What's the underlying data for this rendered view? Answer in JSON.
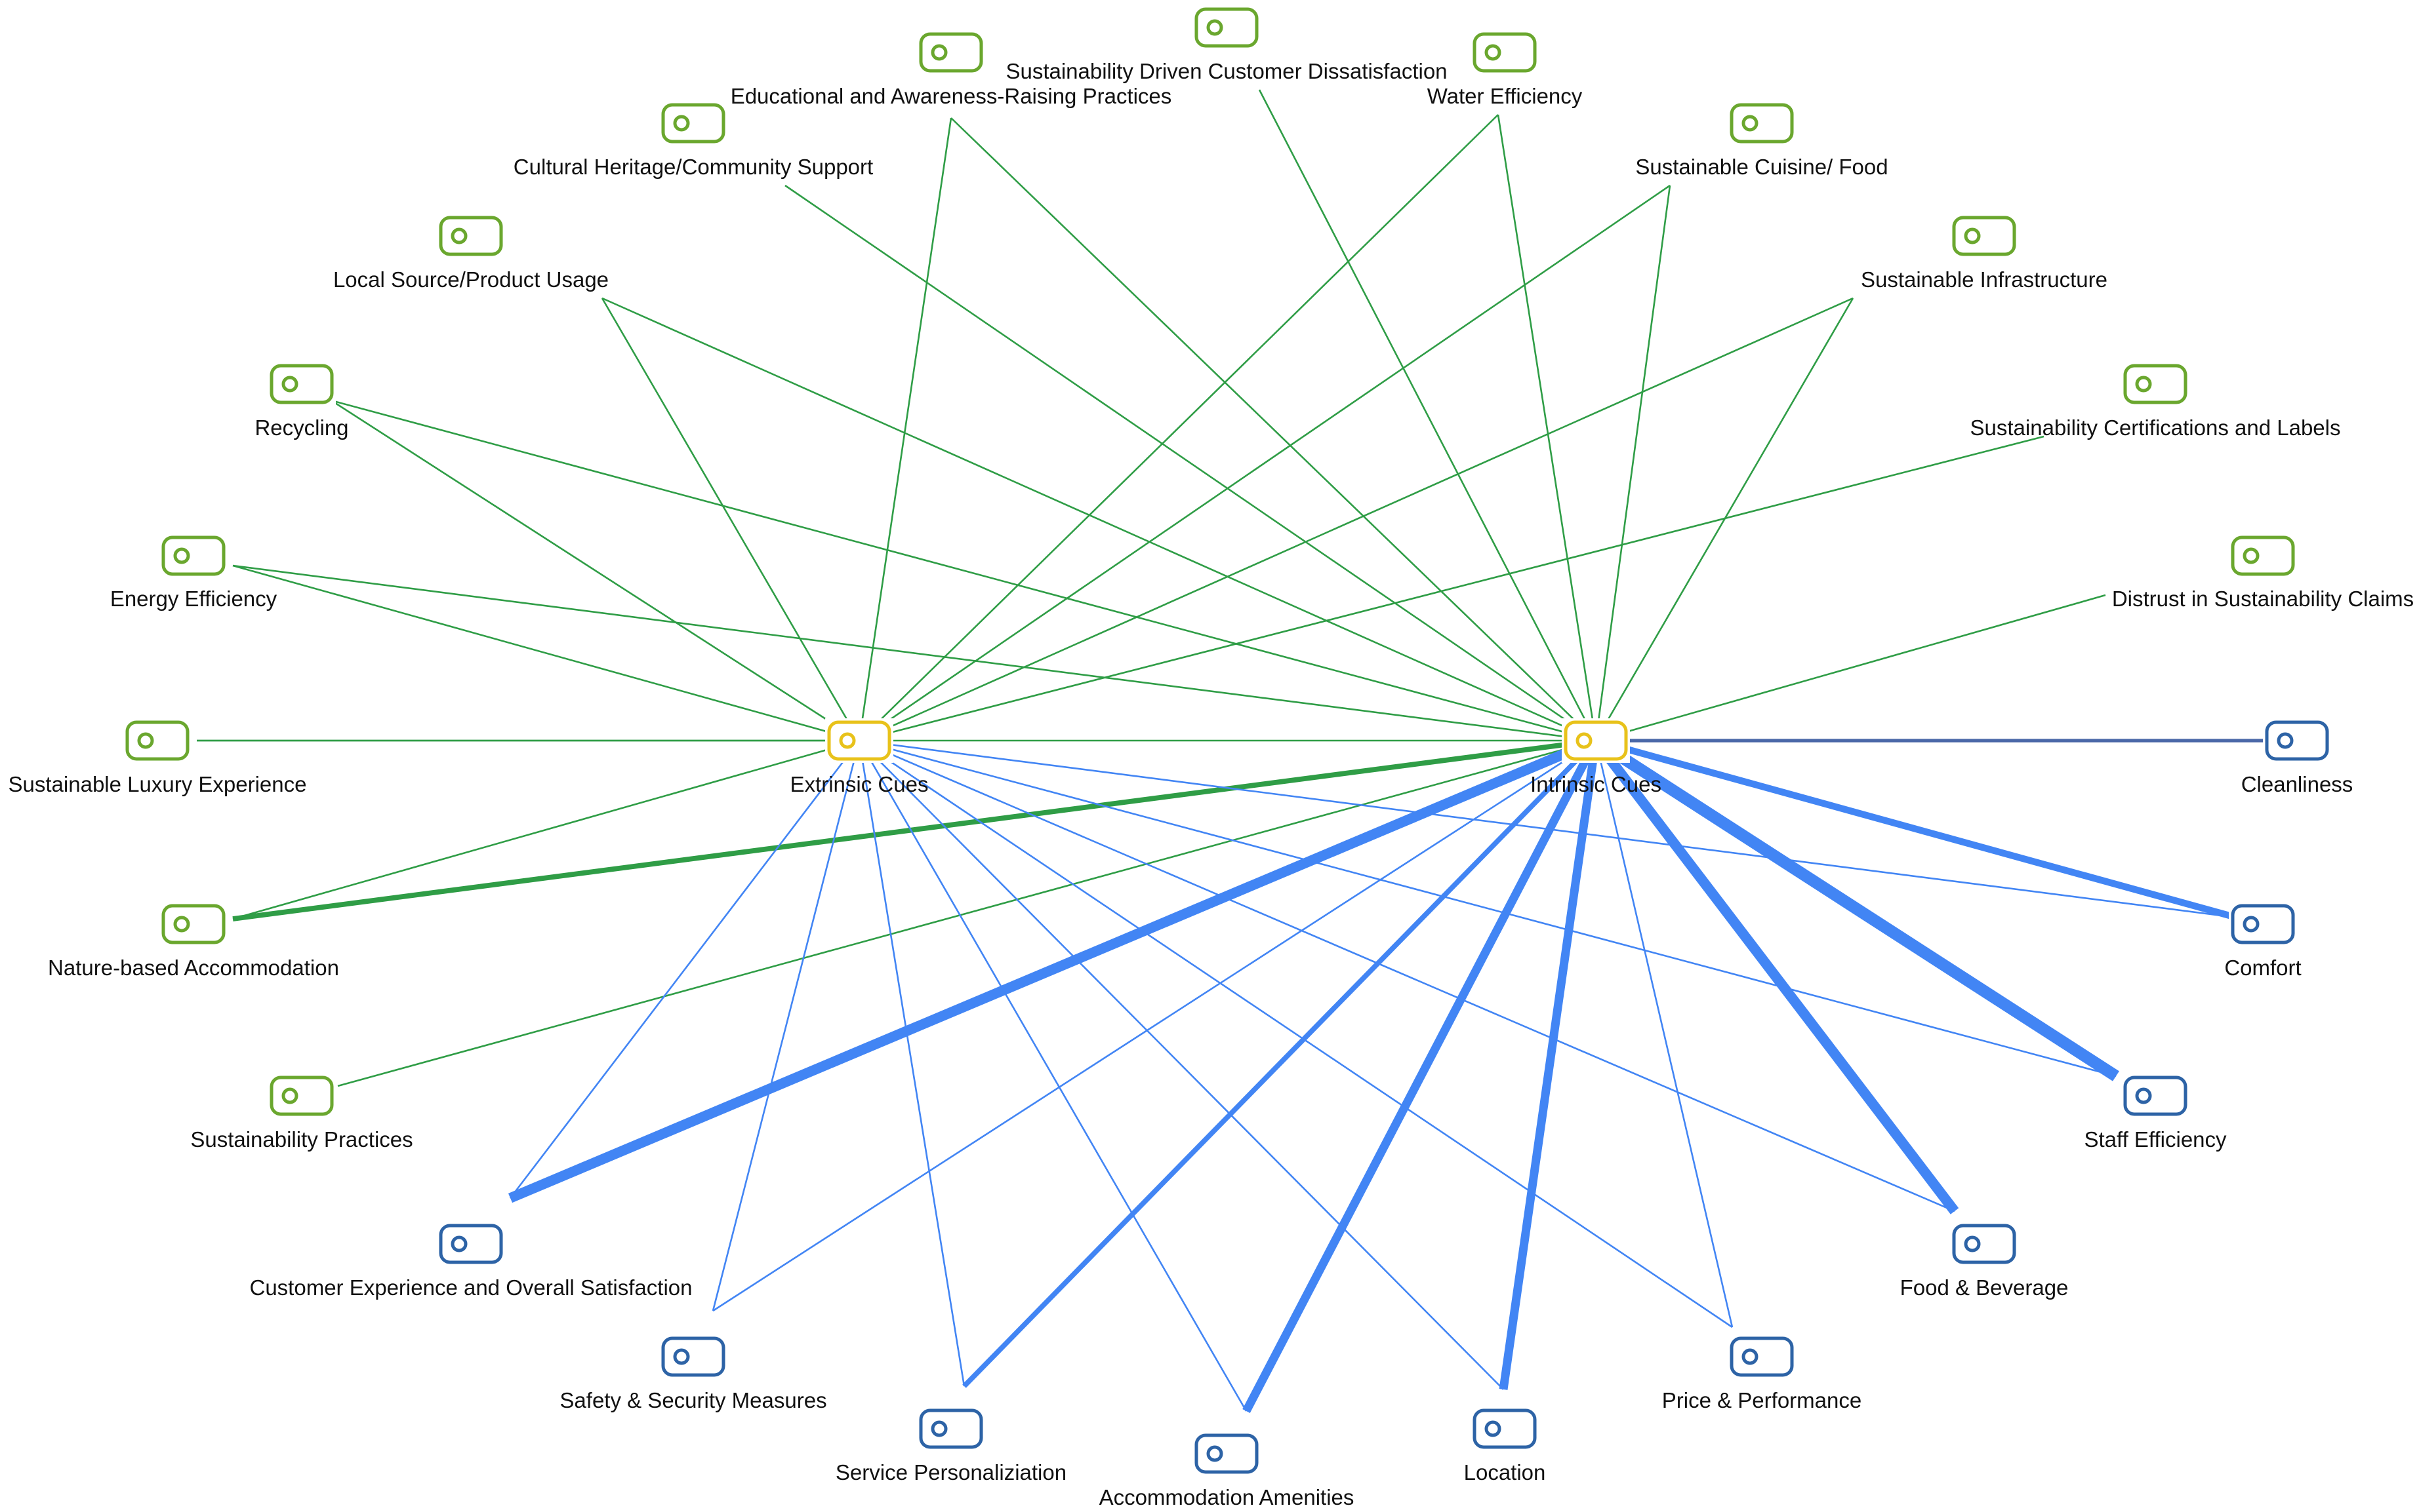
{
  "colors": {
    "theme_green": "#6aa72e",
    "cue_yellow": "#e8c21a",
    "category_blue": "#2d63a6",
    "link_green": "#2f9d46",
    "link_blue": "#4285f4",
    "link_steel": "#4a68a8"
  },
  "node_icon": "toggle-tag-icon",
  "cues": [
    {
      "id": "extrinsic",
      "label": "Extrinsic Cues"
    },
    {
      "id": "intrinsic",
      "label": "Intrinsic Cues"
    }
  ],
  "sustainability_codes": [
    {
      "id": "luxury",
      "label": "Sustainable Luxury Experience"
    },
    {
      "id": "energy",
      "label": "Energy Efficiency"
    },
    {
      "id": "recycling",
      "label": "Recycling"
    },
    {
      "id": "local",
      "label": "Local Source/Product Usage"
    },
    {
      "id": "heritage",
      "label": "Cultural Heritage/Community Support"
    },
    {
      "id": "education",
      "label": "Educational  and Awareness-Raising Practices"
    },
    {
      "id": "dissatisfaction",
      "label": "Sustainability Driven Customer Dissatisfaction"
    },
    {
      "id": "water",
      "label": "Water Efficiency"
    },
    {
      "id": "cuisine",
      "label": "Sustainable Cuisine/ Food"
    },
    {
      "id": "infrastructure",
      "label": "Sustainable Infrastructure"
    },
    {
      "id": "certifications",
      "label": "Sustainability Certifications and Labels"
    },
    {
      "id": "distrust",
      "label": "Distrust in Sustainability Claims"
    },
    {
      "id": "nature",
      "label": "Nature-based Accommodation"
    },
    {
      "id": "practices",
      "label": "Sustainability Practices"
    }
  ],
  "service_codes": [
    {
      "id": "cleanliness",
      "label": "Cleanliness"
    },
    {
      "id": "comfort",
      "label": "Comfort"
    },
    {
      "id": "staff",
      "label": "Staff Efficiency"
    },
    {
      "id": "food",
      "label": "Food & Beverage"
    },
    {
      "id": "price",
      "label": "Price & Performance"
    },
    {
      "id": "location",
      "label": "Location"
    },
    {
      "id": "amenities",
      "label": "Accommodation Amenities"
    },
    {
      "id": "personalization",
      "label": "Service Personaliziation"
    },
    {
      "id": "safety",
      "label": "Safety & Security Measures"
    },
    {
      "id": "experience",
      "label": "Customer Experience and Overall Satisfaction"
    }
  ],
  "links": [
    {
      "from": "extrinsic",
      "to": "luxury",
      "color": "link_green",
      "weight": 1
    },
    {
      "from": "extrinsic",
      "to": "energy",
      "color": "link_green",
      "weight": 1
    },
    {
      "from": "extrinsic",
      "to": "recycling",
      "color": "link_green",
      "weight": 1
    },
    {
      "from": "extrinsic",
      "to": "local",
      "color": "link_green",
      "weight": 1
    },
    {
      "from": "extrinsic",
      "to": "education",
      "color": "link_green",
      "weight": 1
    },
    {
      "from": "extrinsic",
      "to": "water",
      "color": "link_green",
      "weight": 1
    },
    {
      "from": "extrinsic",
      "to": "cuisine",
      "color": "link_green",
      "weight": 1
    },
    {
      "from": "extrinsic",
      "to": "infrastructure",
      "color": "link_green",
      "weight": 1
    },
    {
      "from": "extrinsic",
      "to": "certifications",
      "color": "link_green",
      "weight": 1
    },
    {
      "from": "extrinsic",
      "to": "nature",
      "color": "link_green",
      "weight": 1
    },
    {
      "from": "intrinsic",
      "to": "luxury",
      "color": "link_green",
      "weight": 1
    },
    {
      "from": "intrinsic",
      "to": "energy",
      "color": "link_green",
      "weight": 1
    },
    {
      "from": "intrinsic",
      "to": "recycling",
      "color": "link_green",
      "weight": 1
    },
    {
      "from": "intrinsic",
      "to": "local",
      "color": "link_green",
      "weight": 1
    },
    {
      "from": "intrinsic",
      "to": "heritage",
      "color": "link_green",
      "weight": 1
    },
    {
      "from": "intrinsic",
      "to": "education",
      "color": "link_green",
      "weight": 1
    },
    {
      "from": "intrinsic",
      "to": "dissatisfaction",
      "color": "link_green",
      "weight": 1
    },
    {
      "from": "intrinsic",
      "to": "water",
      "color": "link_green",
      "weight": 1
    },
    {
      "from": "intrinsic",
      "to": "cuisine",
      "color": "link_green",
      "weight": 1
    },
    {
      "from": "intrinsic",
      "to": "infrastructure",
      "color": "link_green",
      "weight": 1
    },
    {
      "from": "intrinsic",
      "to": "distrust",
      "color": "link_green",
      "weight": 1
    },
    {
      "from": "intrinsic",
      "to": "nature",
      "color": "link_green",
      "weight": 3
    },
    {
      "from": "intrinsic",
      "to": "practices",
      "color": "link_green",
      "weight": 1
    },
    {
      "from": "extrinsic",
      "to": "comfort",
      "color": "link_blue",
      "weight": 1
    },
    {
      "from": "extrinsic",
      "to": "staff",
      "color": "link_blue",
      "weight": 1
    },
    {
      "from": "extrinsic",
      "to": "food",
      "color": "link_blue",
      "weight": 1
    },
    {
      "from": "extrinsic",
      "to": "price",
      "color": "link_blue",
      "weight": 1
    },
    {
      "from": "extrinsic",
      "to": "location",
      "color": "link_blue",
      "weight": 1
    },
    {
      "from": "extrinsic",
      "to": "amenities",
      "color": "link_blue",
      "weight": 1
    },
    {
      "from": "extrinsic",
      "to": "personalization",
      "color": "link_blue",
      "weight": 1
    },
    {
      "from": "extrinsic",
      "to": "safety",
      "color": "link_blue",
      "weight": 1
    },
    {
      "from": "extrinsic",
      "to": "experience",
      "color": "link_blue",
      "weight": 1
    },
    {
      "from": "intrinsic",
      "to": "cleanliness",
      "color": "link_steel",
      "weight": 2
    },
    {
      "from": "intrinsic",
      "to": "comfort",
      "color": "link_blue",
      "weight": 4
    },
    {
      "from": "intrinsic",
      "to": "staff",
      "color": "link_blue",
      "weight": 7
    },
    {
      "from": "intrinsic",
      "to": "food",
      "color": "link_blue",
      "weight": 6
    },
    {
      "from": "intrinsic",
      "to": "price",
      "color": "link_blue",
      "weight": 1
    },
    {
      "from": "intrinsic",
      "to": "location",
      "color": "link_blue",
      "weight": 5
    },
    {
      "from": "intrinsic",
      "to": "amenities",
      "color": "link_blue",
      "weight": 5
    },
    {
      "from": "intrinsic",
      "to": "personalization",
      "color": "link_blue",
      "weight": 3
    },
    {
      "from": "intrinsic",
      "to": "safety",
      "color": "link_blue",
      "weight": 1
    },
    {
      "from": "intrinsic",
      "to": "experience",
      "color": "link_blue",
      "weight": 6
    }
  ]
}
